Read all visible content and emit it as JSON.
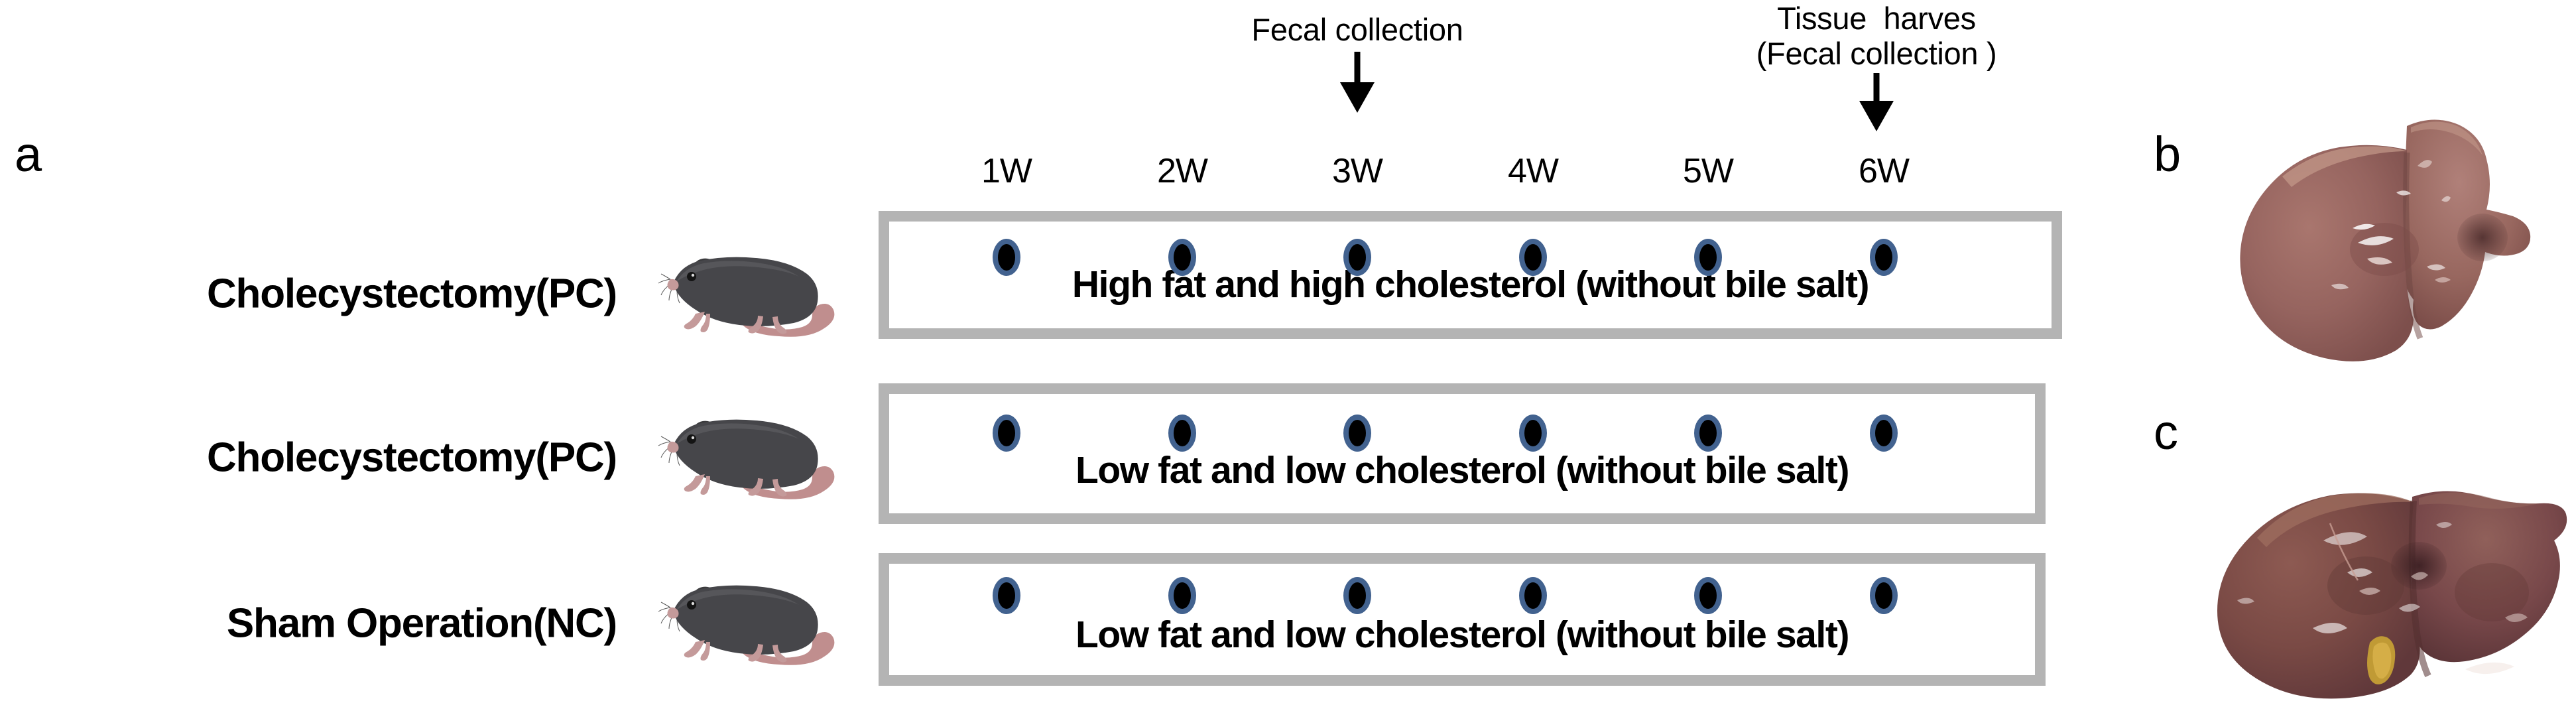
{
  "figure": {
    "panels": [
      {
        "letter": "a",
        "name": "experimental-design-timeline"
      },
      {
        "letter": "b",
        "name": "liver-photo-upper"
      },
      {
        "letter": "c",
        "name": "liver-photo-lower"
      }
    ]
  },
  "annotations": [
    {
      "id": "fecal-collection",
      "text": "Fecal collection",
      "at_week": "3W"
    },
    {
      "id": "tissue-harvest",
      "line1": "Tissue  harves",
      "line2": "(Fecal collection )",
      "at_week": "6W"
    }
  ],
  "timeline": {
    "weeks": [
      "1W",
      "2W",
      "3W",
      "4W",
      "5W",
      "6W"
    ],
    "dot_ring_color": "#42628f",
    "dot_center_color": "#000000",
    "box_border_color": "#b4b4b4"
  },
  "groups": [
    {
      "label": "Cholecystectomy(PC)",
      "diet": "High fat and high cholesterol (without bile salt)",
      "animal": "mouse-icon"
    },
    {
      "label": "Cholecystectomy(PC)",
      "diet": "Low fat and low cholesterol (without bile salt)",
      "animal": "mouse-icon"
    },
    {
      "label": "Sham Operation(NC)",
      "diet": "Low fat and low cholesterol (without bile salt)",
      "animal": "mouse-icon"
    }
  ],
  "photos": [
    {
      "id": "liver-b",
      "description": "mouse-liver-photograph"
    },
    {
      "id": "liver-c",
      "description": "mouse-liver-photograph"
    }
  ]
}
